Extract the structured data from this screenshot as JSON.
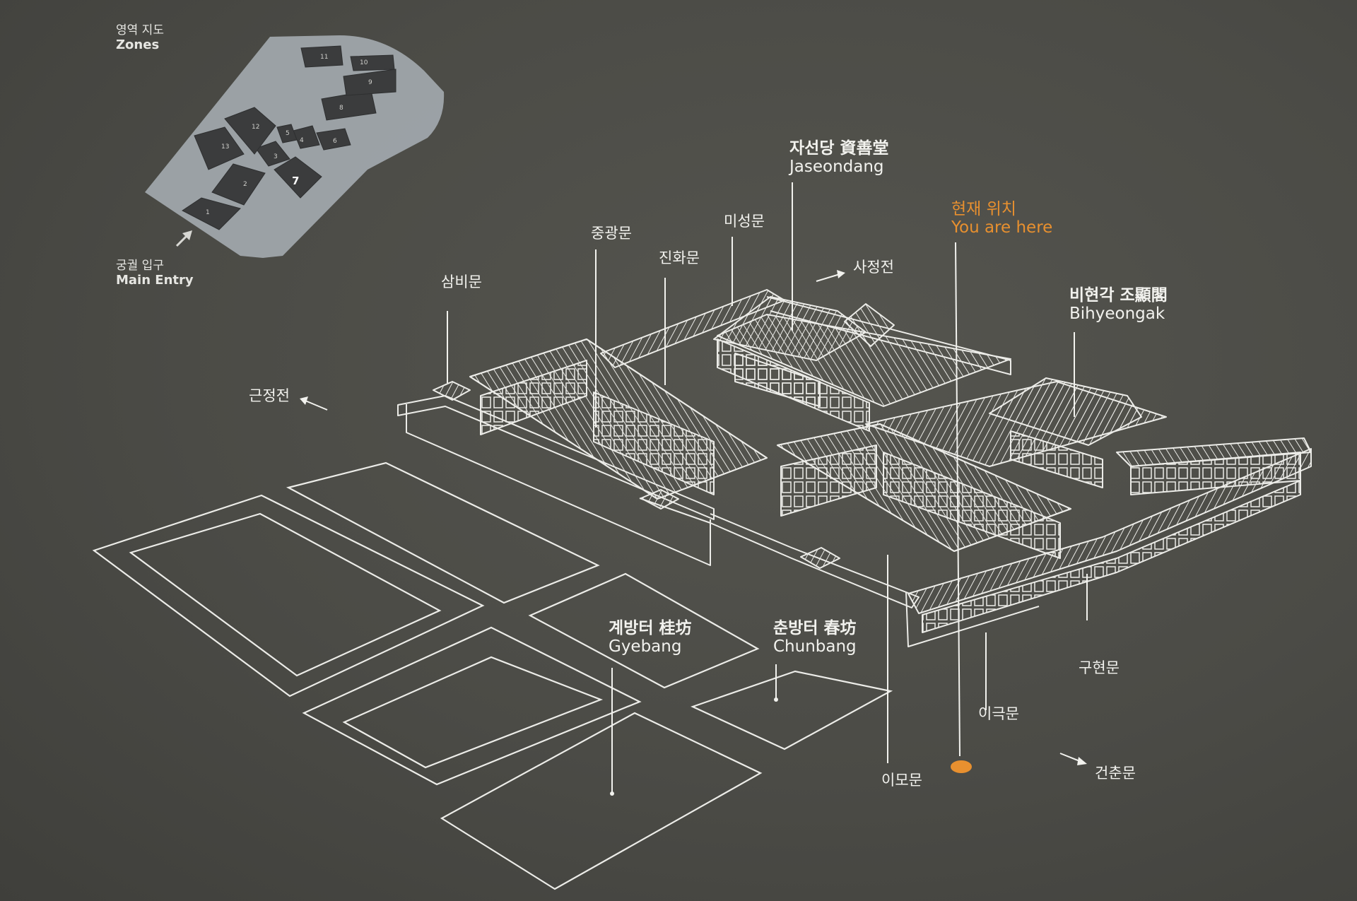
{
  "zones_map": {
    "title_ko": "영역 지도",
    "title_en": "Zones",
    "entry_ko": "궁궐 입구",
    "entry_en": "Main Entry",
    "zone_numbers": [
      "1",
      "2",
      "3",
      "4",
      "5",
      "6",
      "7",
      "8",
      "9",
      "10",
      "11",
      "12",
      "13"
    ]
  },
  "labels": {
    "jaseondang_ko": "자선당 資善堂",
    "jaseondang_en": "Jaseondang",
    "bihyeongak_ko": "비현각 조顯閣",
    "bihyeongak_en": "Bihyeongak",
    "gyebang_ko": "계방터 桂坊",
    "gyebang_en": "Gyebang",
    "chunbang_ko": "춘방터 春坊",
    "chunbang_en": "Chunbang",
    "here_ko": "현재 위치",
    "here_en": "You are here",
    "gates": {
      "sambimun": "삼비문",
      "junggwangmun": "중광문",
      "jinhwamun": "진화문",
      "miseongmun": "미성문",
      "sajeongjeon": "사정전",
      "geunjeongjeon": "근정전",
      "guhyeonmun": "구현문",
      "igeukmun": "이극문",
      "imomun": "이모문",
      "geonchunmun": "건춘문"
    }
  },
  "colors": {
    "background": "#4b4b46",
    "line": "#f2f2ee",
    "accent": "#e8902f",
    "zone_plate": "#a6adb3",
    "zone_block": "#3b3c3d"
  }
}
